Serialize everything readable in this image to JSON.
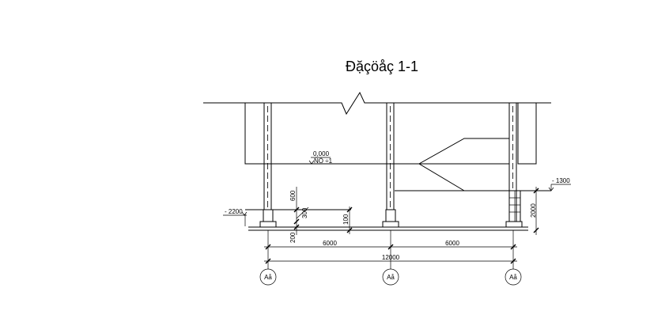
{
  "title": "Ðặçöåç 1-1",
  "levels": {
    "top_value": "0,000",
    "top_sub": "ÑÖ ÷1",
    "right": "- 1300",
    "left": "- 2200"
  },
  "dimensions": {
    "d600": "600",
    "d300": "300",
    "d200": "200",
    "d100": "100",
    "d2000": "2000",
    "span_left": "6000",
    "span_right": "6000",
    "total": "12000"
  },
  "axes": [
    "Aå",
    "Aå",
    "Aå"
  ]
}
